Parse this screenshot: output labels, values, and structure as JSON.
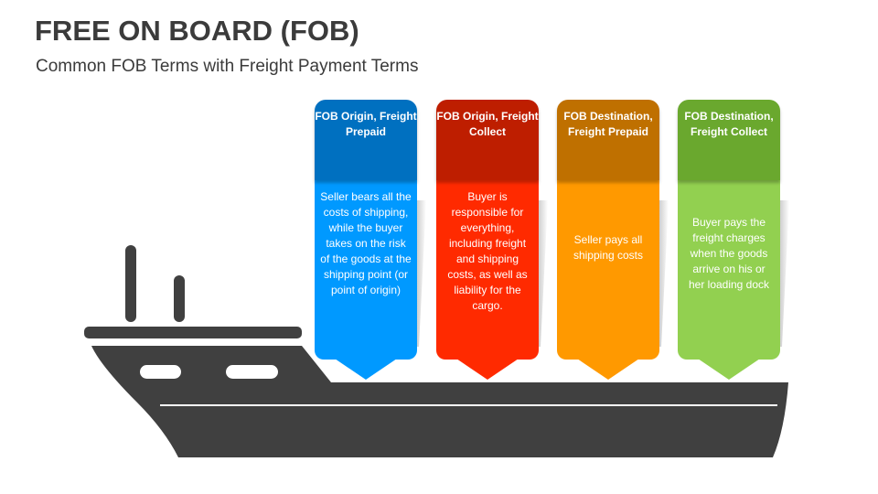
{
  "header": {
    "title": "FREE ON BOARD (FOB)",
    "subtitle": "Common FOB Terms with Freight Payment Terms"
  },
  "cards": [
    {
      "title": "FOB Origin, Freight Prepaid",
      "text": "Seller bears all the costs of shipping, while the buyer takes on the risk of the goods at the shipping point (or point of origin)",
      "head_color": "#0070C0",
      "body_color": "#0099FF"
    },
    {
      "title": "FOB Origin, Freight Collect",
      "text": "Buyer is responsible for everything, including freight and shipping costs, as well as liability for the cargo.",
      "head_color": "#BE1E00",
      "body_color": "#FF2A00"
    },
    {
      "title": "FOB Destination, Freight Prepaid",
      "text": "Seller pays all shipping costs",
      "head_color": "#BF7000",
      "body_color": "#FF9900"
    },
    {
      "title": "FOB Destination, Freight Collect",
      "text": "Buyer pays the freight charges when the goods arrive on his or her loading dock",
      "head_color": "#6AA82E",
      "body_color": "#92D050"
    }
  ],
  "ship": {
    "color": "#404040"
  }
}
